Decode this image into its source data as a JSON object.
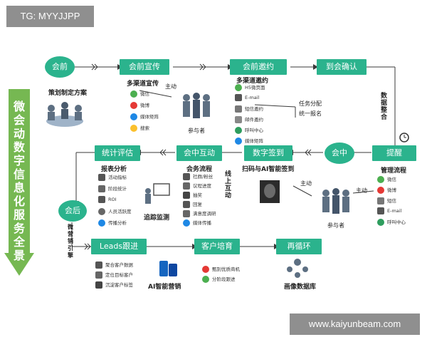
{
  "tag": "TG: MYYJJPP",
  "watermark": "www.kaiyunbeam.com",
  "sidebar_title": "微会动数字信息化服务全景",
  "nodes": {
    "pre": "会前",
    "promo": "会前宣传",
    "invite": "会前邀约",
    "arrival": "到会确认",
    "remind": "提醒",
    "during": "会中",
    "signin": "数字签到",
    "interact": "会中互动",
    "evaluate": "统计评估",
    "post": "会后",
    "leads": "Leads跟进",
    "cultivate": "客户培育",
    "cycle": "再循环"
  },
  "labels": {
    "plan": "策划制定方案",
    "promo_title": "多渠道宣传",
    "active1": "主动",
    "participant1": "参与者",
    "invite_title": "多渠道邀约",
    "task": "任务分配",
    "unify": "统一报名",
    "data_integration": "数据整合",
    "manage_flow": "管理流程",
    "active2": "主动",
    "participant2": "参与者",
    "active3": "主动",
    "scan": "扫码与AI智能签到",
    "conf_flow": "会务流程",
    "active4": "主动",
    "online": "线上互动",
    "report": "报表分析",
    "track": "追踪监测",
    "wechat_marketing": "微营销引擎",
    "ai_marketing": "AI智能营销",
    "portrait": "画像数据库"
  },
  "promo_items": [
    "微信",
    "微博",
    "媒体矩阵",
    "搜索"
  ],
  "invite_items": [
    "H5微页面",
    "E-mail",
    "短信邀约",
    "邮件邀约",
    "呼叫中心",
    "媒体矩阵"
  ],
  "manage_items": [
    "微信",
    "微博",
    "短信",
    "E-mail",
    "呼叫中心"
  ],
  "conf_items": [
    "社群/粉丝",
    "议程进度",
    "抽奖",
    "回复",
    "满意度调研",
    "媒体传播"
  ],
  "report_items": [
    "活动指标",
    "阶段统计",
    "ROI",
    "人员活跃度",
    "传播分析"
  ],
  "leads_items": [
    "聚合客户数据",
    "定位目标客户",
    "沉淀客户标签"
  ],
  "cultivate_items": [
    "甄别优质商机",
    "分阶段跟进"
  ],
  "colors": {
    "accent": "#2bb38d",
    "sidebar": "#76b852"
  }
}
